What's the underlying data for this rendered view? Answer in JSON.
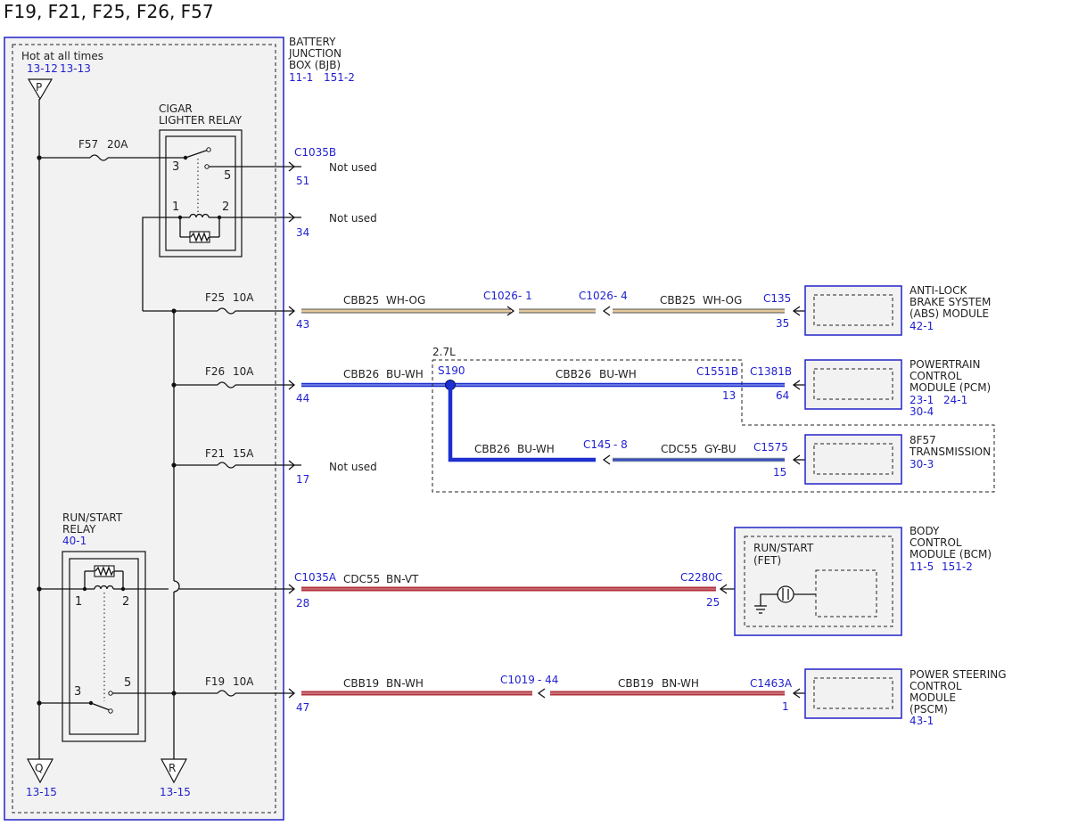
{
  "title": "F19, F21, F25, F26, F57",
  "bjb": {
    "name_lines": [
      "BATTERY",
      "JUNCTION",
      "BOX (BJB)"
    ],
    "refs": [
      "11-1",
      "151-2"
    ],
    "hot_label": "Hot at all times",
    "hot_refs": [
      "13-12",
      "13-13"
    ],
    "bus_p": "P",
    "bus_q": "Q",
    "bus_q_ref": "13-15",
    "bus_r": "R",
    "bus_r_ref": "13-15"
  },
  "cigar_relay": {
    "name_lines": [
      "CIGAR",
      "LIGHTER RELAY"
    ],
    "pins": [
      "3",
      "5",
      "1",
      "2"
    ]
  },
  "runstart_relay": {
    "name_lines": [
      "RUN/START",
      "RELAY"
    ],
    "ref": "40-1",
    "pins": [
      "1",
      "2",
      "3",
      "5"
    ]
  },
  "fuses": {
    "f57": {
      "name": "F57",
      "rating": "20A"
    },
    "f25": {
      "name": "F25",
      "rating": "10A"
    },
    "f26": {
      "name": "F26",
      "rating": "10A"
    },
    "f21": {
      "name": "F21",
      "rating": "15A"
    },
    "f19": {
      "name": "F19",
      "rating": "10A"
    }
  },
  "connectors": {
    "c1035b": "C1035B",
    "c1035a": "C1035A",
    "pin_51": "51",
    "pin_34": "34",
    "pin_43": "43",
    "pin_44": "44",
    "pin_17": "17",
    "pin_28": "28",
    "pin_47": "47"
  },
  "not_used": "Not used",
  "circuits": {
    "cbb25_a": {
      "circuit": "CBB25",
      "color": "WH-OG"
    },
    "cbb25_b": {
      "circuit": "CBB25",
      "color": "WH-OG"
    },
    "cbb26_a": {
      "circuit": "CBB26",
      "color": "BU-WH"
    },
    "cbb26_b": {
      "circuit": "CBB26",
      "color": "BU-WH"
    },
    "cbb26_c": {
      "circuit": "CBB26",
      "color": "BU-WH"
    },
    "cdc55_a": {
      "circuit": "CDC55",
      "color": "GY-BU"
    },
    "cdc55_b": {
      "circuit": "CDC55",
      "color": "BN-VT"
    },
    "cbb19_a": {
      "circuit": "CBB19",
      "color": "BN-WH"
    },
    "cbb19_b": {
      "circuit": "CBB19",
      "color": "BN-WH"
    }
  },
  "inline_connectors": {
    "c1026_1": {
      "name": "C1026",
      "pin": "- 1"
    },
    "c1026_4": {
      "name": "C1026",
      "pin": "- 4"
    },
    "c145_8": {
      "name": "C145",
      "pin": "- 8"
    },
    "c1019_44": {
      "name": "C1019",
      "pin": "- 44"
    }
  },
  "splice": {
    "name": "S190",
    "variant": "2.7L"
  },
  "modules": {
    "abs": {
      "name_lines": [
        "ANTI-LOCK",
        "BRAKE SYSTEM",
        "(ABS) MODULE"
      ],
      "refs": [
        "42-1"
      ],
      "connector": "C135",
      "pin": "35"
    },
    "pcm": {
      "name_lines": [
        "POWERTRAIN",
        "CONTROL",
        "MODULE (PCM)"
      ],
      "refs_line1": [
        "23-1",
        "24-1"
      ],
      "refs_line2": "30-4",
      "connector": "C1381B",
      "pin": "64",
      "pcm_side_connector": "C1551B",
      "pcm_side_pin": "13"
    },
    "trans": {
      "name_lines": [
        "8F57",
        "TRANSMISSION"
      ],
      "refs": [
        "30-3"
      ],
      "connector": "C1575",
      "pin": "15"
    },
    "bcm": {
      "name_lines": [
        "BODY",
        "CONTROL",
        "MODULE (BCM)"
      ],
      "refs": [
        "11-5",
        "151-2"
      ],
      "inner_lines": [
        "RUN/START",
        "(FET)"
      ],
      "connector": "C2280C",
      "pin": "25"
    },
    "pscm": {
      "name_lines": [
        "POWER STEERING",
        "CONTROL",
        "MODULE",
        "(PSCM)"
      ],
      "refs": [
        "43-1"
      ],
      "connector": "C1463A",
      "pin": "1"
    }
  },
  "colors": {
    "frame_blue": "#2323c8",
    "ref_blue": "#1f1fd0",
    "wire_wh_og": "#e2c79a",
    "wire_bu_wh": "#1c2fd0",
    "wire_gy_bu": "#6c7ea6",
    "wire_bn": "#b0303a"
  }
}
